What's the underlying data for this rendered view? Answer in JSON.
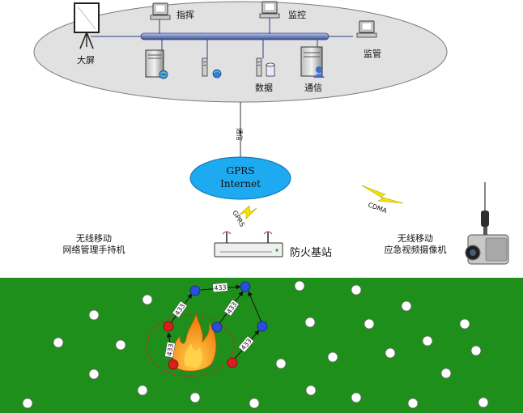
{
  "control_center": {
    "big_screen": "大屏",
    "command": "指挥",
    "monitor": "监控",
    "supervise": "监管",
    "database": "数据",
    "communication": "通信"
  },
  "link_up": "通信",
  "cloud": {
    "line1": "GPRS",
    "line2": "Internet"
  },
  "gprs_tag": "GPRS",
  "cdma_tag": "CDMA",
  "base_station": "防火基站",
  "handheld": {
    "line1": "无线移动",
    "line2": "网络管理手持机"
  },
  "camera": {
    "line1": "无线移动",
    "line2": "应急视频摄像机"
  },
  "link_label": "433",
  "colors": {
    "ellipse_fill": "#e1e1e1",
    "cloud_fill": "#1eaaf0",
    "field_green": "#1f8f1c",
    "node_blue": "#2a4de0",
    "node_red": "#d81f1f",
    "fire_orange": "#f07d13",
    "lightning_yellow": "#f5e400"
  }
}
